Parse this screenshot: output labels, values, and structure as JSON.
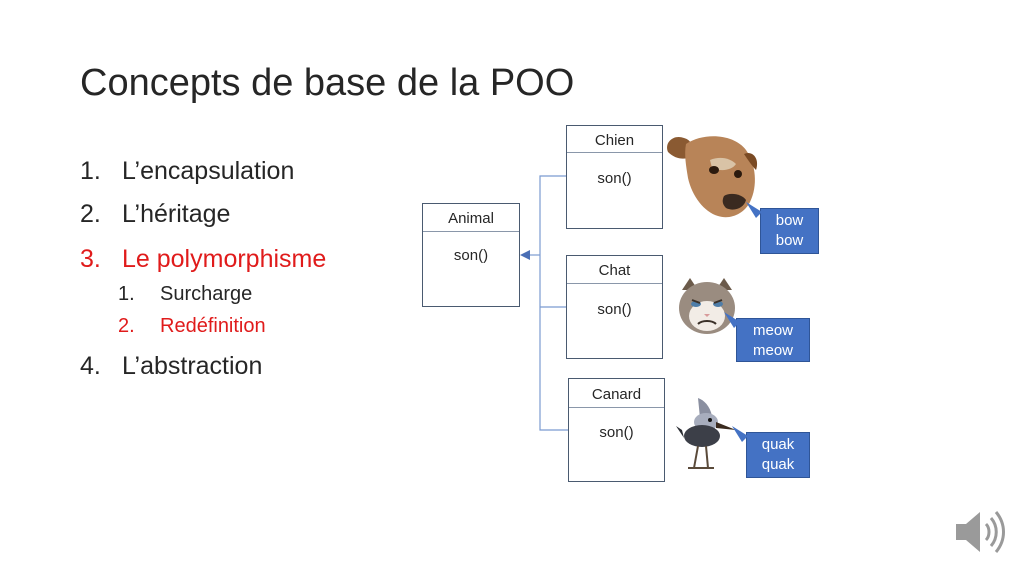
{
  "slide": {
    "title": "Concepts de base de la POO",
    "outline": [
      {
        "num": "1.",
        "label": "L’encapsulation"
      },
      {
        "num": "2.",
        "label": "L’héritage"
      },
      {
        "num": "3.",
        "label": "Le polymorphisme"
      },
      {
        "num": "1.",
        "label": "Surcharge"
      },
      {
        "num": "2.",
        "label": "Redéfinition"
      },
      {
        "num": "4.",
        "label": "L’abstraction"
      }
    ],
    "highlight_color": "#e01b1b"
  },
  "diagram": {
    "parent": {
      "name": "Animal",
      "method": "son()"
    },
    "children": [
      {
        "name": "Chien",
        "method": "son()",
        "sound_1": "bow",
        "sound_2": "bow",
        "image": "dog-head-icon"
      },
      {
        "name": "Chat",
        "method": "son()",
        "sound_1": "meow",
        "sound_2": "meow",
        "image": "grumpy-cat-icon"
      },
      {
        "name": "Canard",
        "method": "son()",
        "sound_1": "quak",
        "sound_2": "quak",
        "image": "bird-icon"
      }
    ],
    "bubble_color": "#4472c4"
  },
  "audio": {
    "icon": "speaker-icon"
  }
}
